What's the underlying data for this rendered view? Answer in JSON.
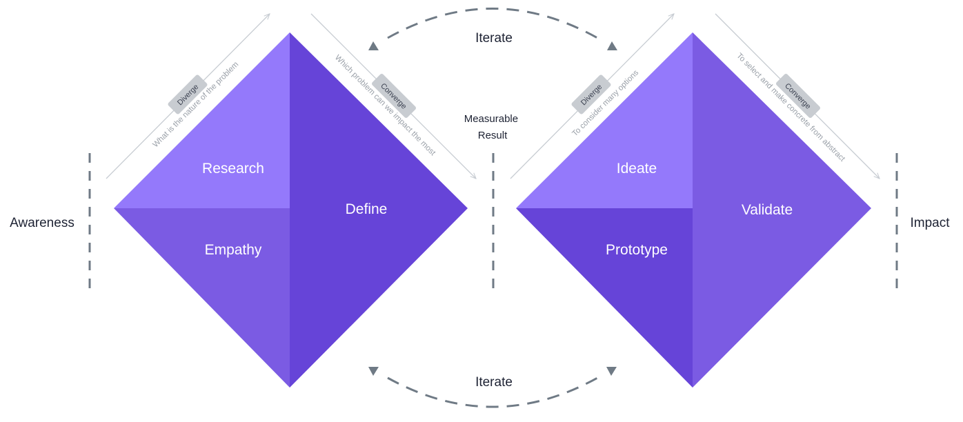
{
  "colors": {
    "light_purple": "#9479fb",
    "mid_purple": "#7b5be3",
    "dark_purple": "#6644d8",
    "line_gray": "#c7ccd2",
    "dash_gray": "#6f7a85",
    "badge_gray": "#c8ccd1",
    "text_dark": "#1d2233"
  },
  "side_labels": {
    "left": "Awareness",
    "middle": "Measurable\nResult",
    "right": "Impact"
  },
  "iterate": {
    "top": "Iterate",
    "bottom": "Iterate"
  },
  "diamond_1": {
    "quadrants": {
      "top_left": "Research",
      "bottom_left": "Empathy",
      "right": "Define"
    },
    "diverge_badge": "Diverge",
    "diverge_text": "What is the nature of the problem",
    "converge_badge": "Converge",
    "converge_text": "Which problem can we impact the most"
  },
  "diamond_2": {
    "quadrants": {
      "top_left": "Ideate",
      "bottom_left": "Prototype",
      "right": "Validate"
    },
    "diverge_badge": "Diverge",
    "diverge_text": "To consider many options",
    "converge_badge": "Converge",
    "converge_text": "To select and make concrete from abstract"
  }
}
